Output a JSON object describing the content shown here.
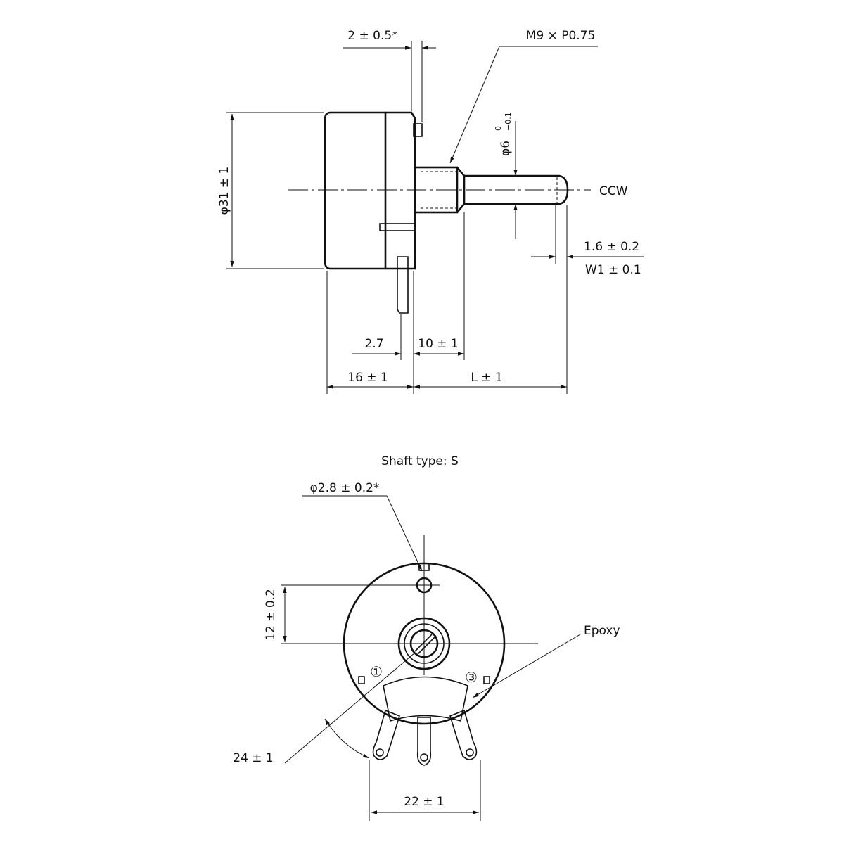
{
  "side_view": {
    "bushing_offset": "2 ± 0.5*",
    "thread": "M9 × P0.75",
    "shaft_dia": "φ6",
    "shaft_tol_upper": "0",
    "shaft_tol_lower": "−0.1",
    "direction": "CCW",
    "body_dia": "φ31 ± 1",
    "flat_depth": "1.6 ± 0.2",
    "flat_width": "W1 ± 0.1",
    "terminal_offset": "2.7",
    "bushing_length": "10 ± 1",
    "body_depth": "16 ± 1",
    "shaft_length": "L ± 1"
  },
  "front_view": {
    "caption": "Shaft type: S",
    "hole_dia": "φ2.8 ± 0.2*",
    "hole_offset": "12 ± 0.2",
    "material": "Epoxy",
    "terminal_1": "①",
    "terminal_3": "③",
    "angle": "24 ± 1",
    "terminal_span": "22 ± 1"
  }
}
